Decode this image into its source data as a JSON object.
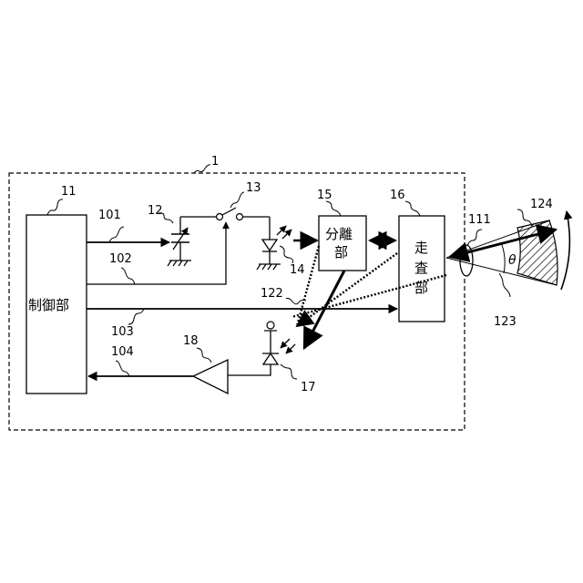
{
  "figure": {
    "system_ref": "1",
    "blocks": {
      "control": {
        "ref": "11",
        "label": "制御部"
      },
      "separation": {
        "ref": "15",
        "label_lines": [
          "分離",
          "部"
        ]
      },
      "scanning": {
        "ref": "16",
        "label_chars": [
          "走",
          "査",
          "部"
        ]
      }
    },
    "components": {
      "variable_source": "12",
      "switch": "13",
      "laser_diode": "14",
      "photodiode": "17",
      "amplifier": "18"
    },
    "signals": [
      "101",
      "102",
      "103",
      "104"
    ],
    "optics": {
      "lens": "111",
      "beams": "122",
      "angle": "123",
      "scan_area": "124"
    },
    "angle_symbol": "θ"
  }
}
